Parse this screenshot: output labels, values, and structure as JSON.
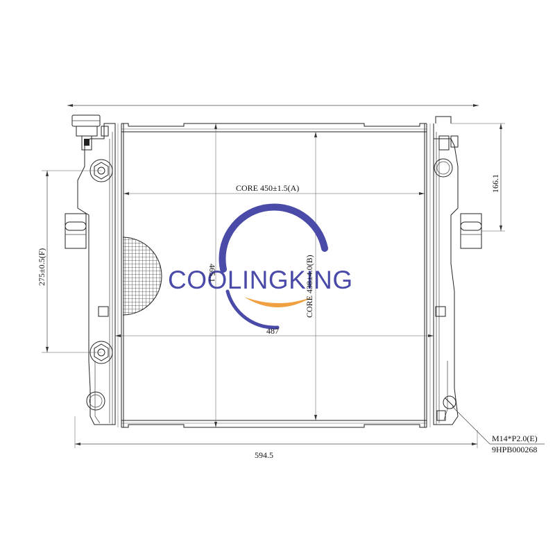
{
  "dimensions": {
    "core_width": "CORE 450±1.5(A)",
    "core_height": "CORE  438±4.0(B)",
    "inner_height": "465.1",
    "tank_width": "487",
    "overall_width": "594.5",
    "mount_spacing": "275±0.5(F)",
    "outlet_height": "166.1"
  },
  "callout": {
    "drain_thread": "M14*P2.0(E)",
    "part_number": "9HPB000268"
  },
  "logo": {
    "text": "COOLINGKING",
    "colors": {
      "text": "#4a4aa8",
      "ring": "#4a4aa8",
      "swoosh": "#f0a040"
    }
  }
}
